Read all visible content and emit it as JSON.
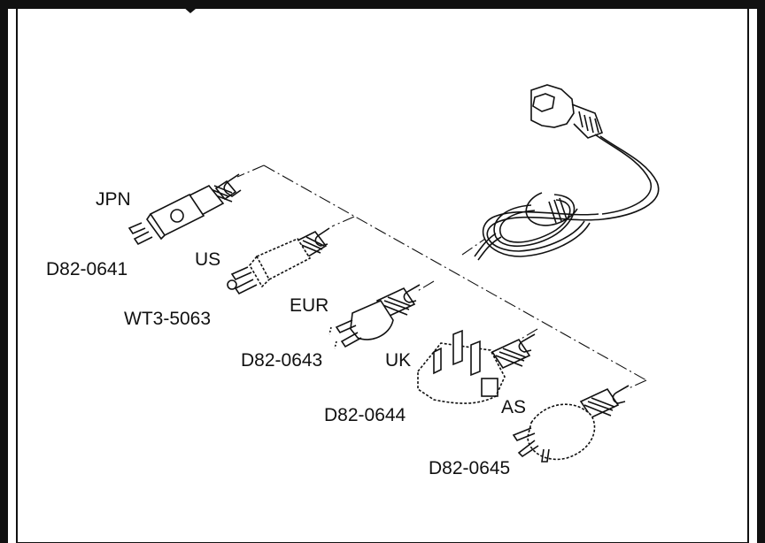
{
  "labels": {
    "jpn": "JPN",
    "jpn_code": "D82-0641",
    "us": "US",
    "us_code": "WT3-5063",
    "eur": "EUR",
    "eur_code": "D82-0643",
    "uk": "UK",
    "uk_code": "D82-0644",
    "as": "AS",
    "as_code": "D82-0645"
  },
  "colors": {
    "line": "#111111",
    "background": "#ffffff"
  }
}
